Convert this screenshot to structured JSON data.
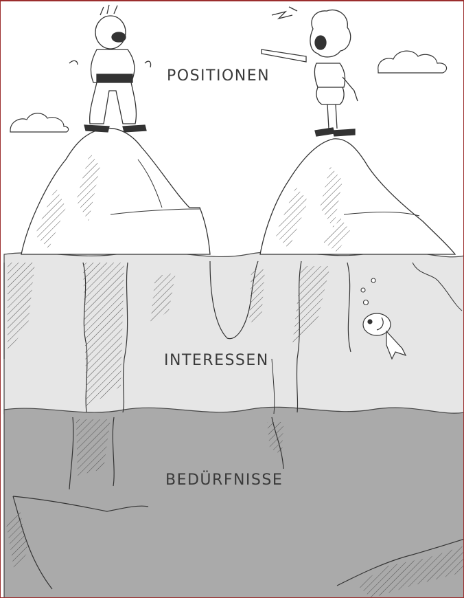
{
  "layers": {
    "positions": "POSITIONEN",
    "interests": "INTERESSEN",
    "needs": "BEDÜRFNISSE"
  },
  "colors": {
    "frame": "#9b2d2d",
    "sky": "#ffffff",
    "interests_water": "#e6e6e6",
    "needs_water": "#aaaaaa",
    "ink": "#3a3a3a"
  },
  "icons": [
    "iceberg",
    "man-figure",
    "woman-figure",
    "fish",
    "cloud",
    "bubbles"
  ]
}
